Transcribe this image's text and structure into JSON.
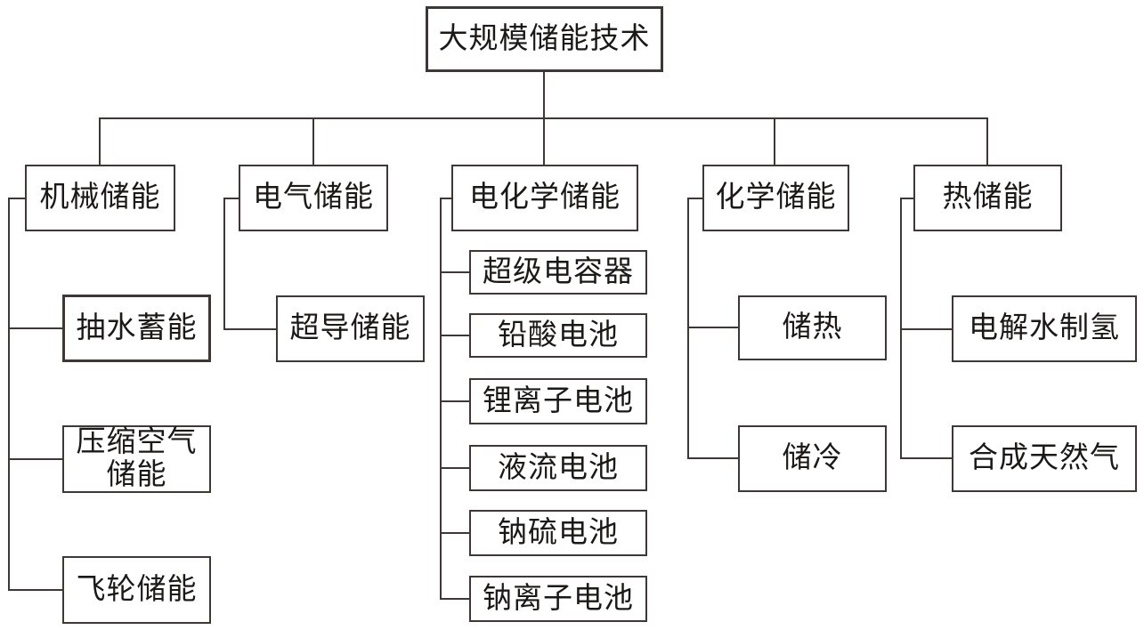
{
  "diagram": {
    "type": "tree",
    "line_color": "#3d3836",
    "box_border_color": "#3d3836",
    "text_color": "#1b1918",
    "background_color": "#ffffff",
    "root": {
      "label": "大规模储能技术"
    },
    "branches": [
      {
        "label": "机械储能",
        "children": [
          {
            "label": "抽水蓄能"
          },
          {
            "label": "压缩空气\n储能"
          },
          {
            "label": "飞轮储能"
          }
        ]
      },
      {
        "label": "电气储能",
        "children": [
          {
            "label": "超导储能"
          }
        ]
      },
      {
        "label": "电化学储能",
        "children": [
          {
            "label": "超级电容器"
          },
          {
            "label": "铅酸电池"
          },
          {
            "label": "锂离子电池"
          },
          {
            "label": "液流电池"
          },
          {
            "label": "钠硫电池"
          },
          {
            "label": "钠离子电池"
          }
        ]
      },
      {
        "label": "化学储能",
        "children": [
          {
            "label": "储热"
          },
          {
            "label": "储冷"
          }
        ]
      },
      {
        "label": "热储能",
        "children": [
          {
            "label": "电解水制氢"
          },
          {
            "label": "合成天然气"
          }
        ]
      }
    ]
  }
}
